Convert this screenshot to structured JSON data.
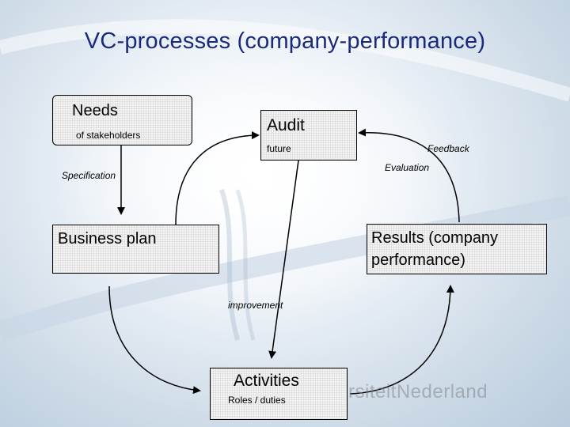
{
  "title": "VC-processes (company-performance)",
  "nodes": {
    "needs": {
      "title": "Needs",
      "subtitle": "of stakeholders"
    },
    "audit": {
      "title": "Audit",
      "subtitle": "future"
    },
    "business_plan": {
      "title": "Business plan"
    },
    "results": {
      "title_line1": "Results (company",
      "title_line2": "performance)"
    },
    "activities": {
      "title": "Activities",
      "subtitle": "Roles / duties"
    }
  },
  "edge_labels": {
    "specification": "Specification",
    "feedback": "Feedback",
    "evaluation": "Evaluation",
    "improvement": "improvement"
  },
  "watermark": "rsiteitNederland"
}
